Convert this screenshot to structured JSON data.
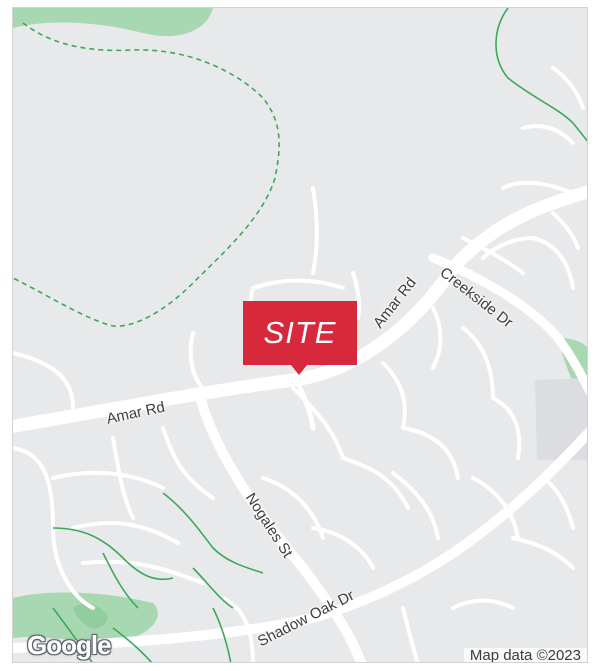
{
  "map": {
    "marker_label": "SITE",
    "attribution": "Map data ©2023",
    "logo": "Google",
    "colors": {
      "land": "#e8e9eb",
      "road": "#ffffff",
      "park": "#a8d8b2",
      "trail": "#3ea85a",
      "marker": "#d8283b"
    },
    "roads": {
      "amar_west": "Amar Rd",
      "amar_east": "Amar Rd",
      "creekside": "Creekside Dr",
      "nogales": "Nogales St",
      "shadow_oak": "Shadow Oak Dr"
    }
  }
}
